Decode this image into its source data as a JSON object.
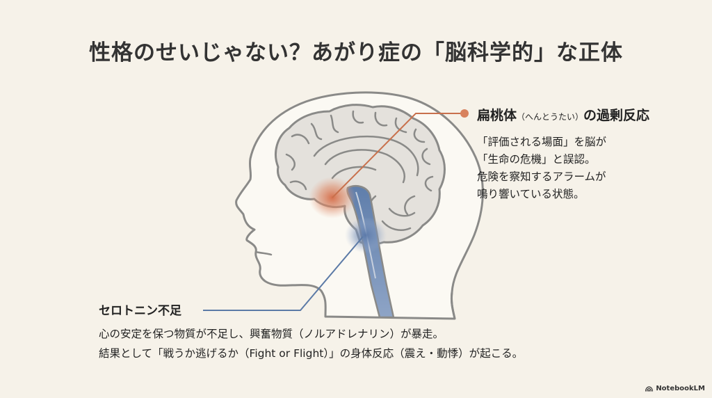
{
  "slide": {
    "title": "性格のせいじゃない？あがり症の「脳科学的」な正体",
    "amygdala_callout": {
      "heading_main": "扁桃体",
      "heading_reading": "（へんとうたい）",
      "heading_tail": "の過剰反応",
      "lines": [
        "「評価される場面」を脳が",
        "「生命の危機」と誤認。",
        "危険を察知するアラームが",
        "鳴り響いている状態。"
      ],
      "accent_color": "#d0704e"
    },
    "serotonin_callout": {
      "heading": "セロトニン不足",
      "lines": [
        "心の安定を保つ物質が不足し、興奮物質（ノルアドレナリン）が暴走。",
        "結果として「戦うか逃げるか（Fight or Flight）」の身体反応（震え・動悸）が起こる。"
      ],
      "accent_color": "#5b7aa6"
    },
    "brand": {
      "icon": "notebooklm-logo-icon",
      "label": "NotebookLM"
    },
    "colors": {
      "background": "#f6f2e9",
      "outline": "#8a8a88",
      "brain_fill": "#e4e1dc",
      "head_fill": "#fbf9f3"
    }
  }
}
